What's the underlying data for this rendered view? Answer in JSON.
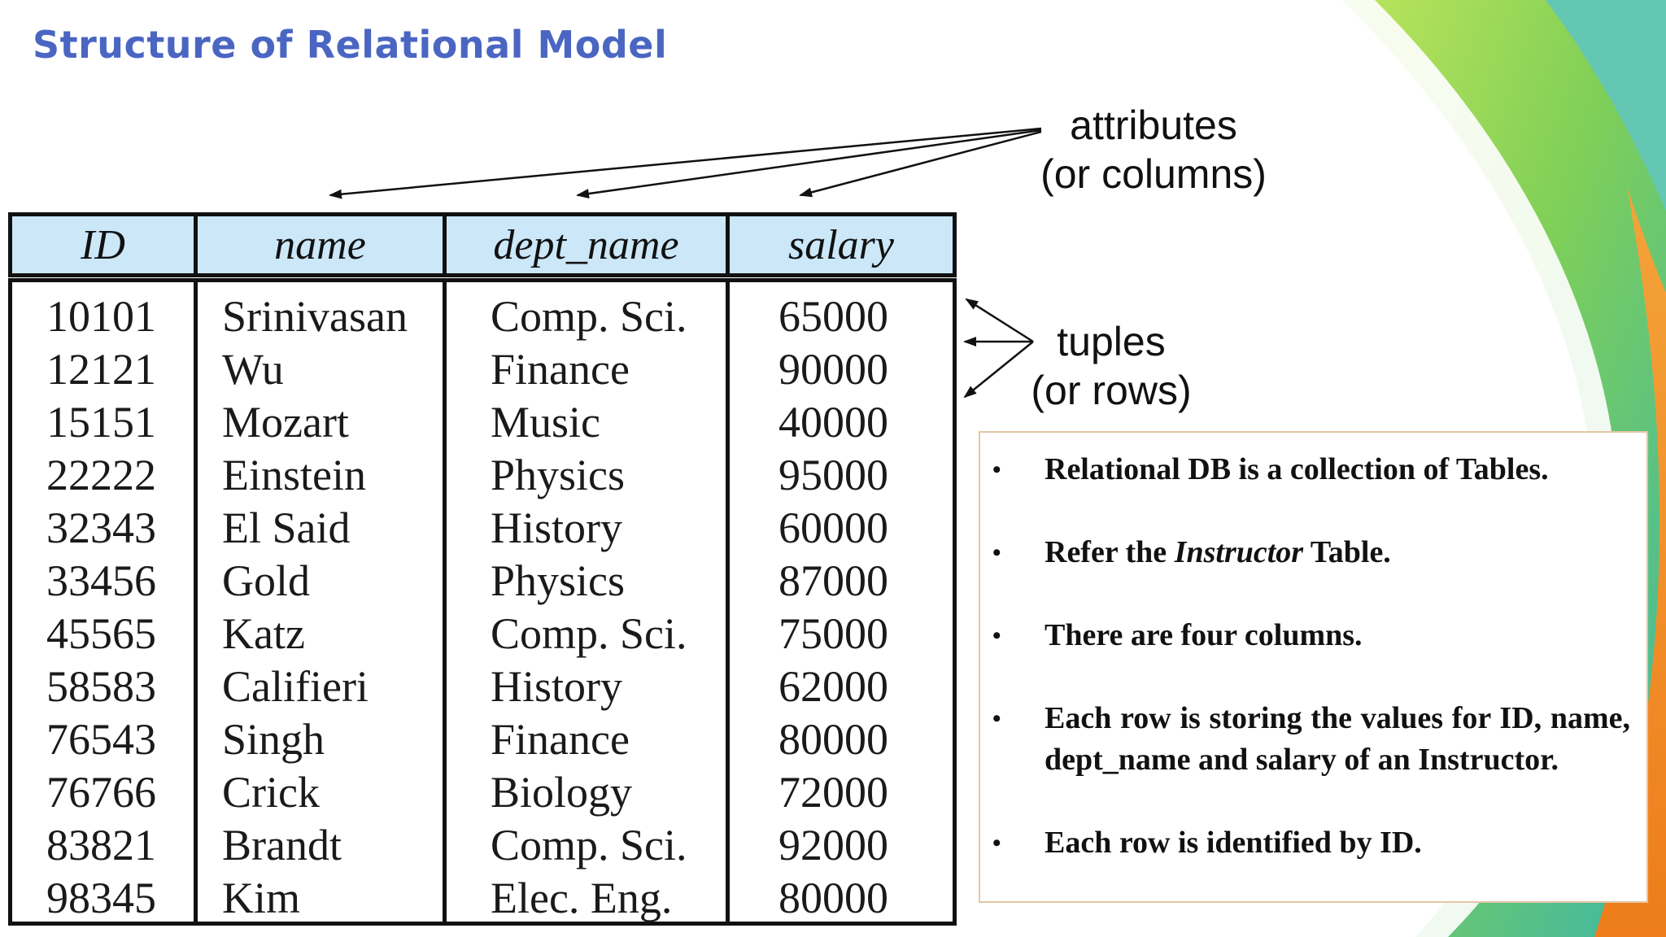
{
  "slide": {
    "title": "Structure of Relational Model"
  },
  "annotations": {
    "attributes_line1": "attributes",
    "attributes_line2": "(or columns)",
    "tuples_line1": "tuples",
    "tuples_line2": "(or rows)"
  },
  "table": {
    "headers": {
      "id": "ID",
      "name": "name",
      "dept_name": "dept_name",
      "salary": "salary"
    },
    "rows": [
      {
        "id": "10101",
        "name": "Srinivasan",
        "dept_name": "Comp. Sci.",
        "salary": "65000"
      },
      {
        "id": "12121",
        "name": "Wu",
        "dept_name": "Finance",
        "salary": "90000"
      },
      {
        "id": "15151",
        "name": "Mozart",
        "dept_name": "Music",
        "salary": "40000"
      },
      {
        "id": "22222",
        "name": "Einstein",
        "dept_name": "Physics",
        "salary": "95000"
      },
      {
        "id": "32343",
        "name": "El Said",
        "dept_name": "History",
        "salary": "60000"
      },
      {
        "id": "33456",
        "name": "Gold",
        "dept_name": "Physics",
        "salary": "87000"
      },
      {
        "id": "45565",
        "name": "Katz",
        "dept_name": "Comp. Sci.",
        "salary": "75000"
      },
      {
        "id": "58583",
        "name": "Califieri",
        "dept_name": "History",
        "salary": "62000"
      },
      {
        "id": "76543",
        "name": "Singh",
        "dept_name": "Finance",
        "salary": "80000"
      },
      {
        "id": "76766",
        "name": "Crick",
        "dept_name": "Biology",
        "salary": "72000"
      },
      {
        "id": "83821",
        "name": "Brandt",
        "dept_name": "Comp. Sci.",
        "salary": "92000"
      },
      {
        "id": "98345",
        "name": "Kim",
        "dept_name": "Elec. Eng.",
        "salary": "80000"
      }
    ]
  },
  "notes": {
    "bullet": "•",
    "n1": "Relational DB is a collection of Tables.",
    "n2_pre": "Refer the ",
    "n2_em": "Instructor",
    "n2_post": " Table.",
    "n3": "There are four columns.",
    "n4": "Each row is storing the values for ID, name, dept_name and salary of an Instructor.",
    "n5": "Each row is identified by ID."
  },
  "colors": {
    "title": "#4a66c2",
    "header_fill": "#cbe7f8",
    "note_border": "#e4c6a6",
    "deco_green": "#8fd14f",
    "deco_orange": "#f08a24",
    "deco_teal": "#3cb6a8"
  }
}
